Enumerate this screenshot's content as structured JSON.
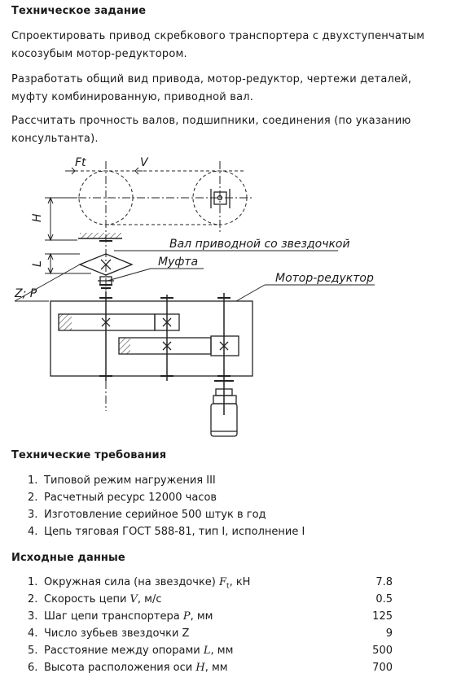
{
  "title": "Техническое задание",
  "paragraphs": [
    "Спроектировать привод скребкового транспортера с двухступенчатым косозубым мотор-редуктором.",
    "Разработать общий вид привода, мотор-редуктор, чертежи деталей, муфту комбинированную, приводной вал.",
    "Рассчитать прочность валов, подшипники, соединения (по указанию консультанта)."
  ],
  "diagram": {
    "label_shaft": "Вал приводной со звездочкой",
    "label_coupling": "Муфта",
    "label_motor_reducer": "Мотор-редуктор",
    "label_ft": "Ft",
    "label_v": "V",
    "label_h": "H",
    "label_l": "L",
    "label_zp": "Z; P"
  },
  "requirements": {
    "title": "Технические требования",
    "items": [
      "Типовой режим нагружения III",
      "Расчетный ресурс 12000 часов",
      "Изготовление серийное 500 штук в год",
      "Цепь тяговая ГОСТ 588-81, тип I, исполнение I"
    ]
  },
  "initial_data": {
    "title": "Исходные данные",
    "items": [
      {
        "pre": "Окружная сила (на звездочке) ",
        "sym": "F",
        "sub": "t",
        "post": ", кН",
        "value": "7.8"
      },
      {
        "pre": "Скорость цепи ",
        "sym": "V",
        "sub": "",
        "post": ", м/с",
        "value": "0.5"
      },
      {
        "pre": "Шаг цепи транспортера ",
        "sym": "P",
        "sub": "",
        "post": ", мм",
        "value": "125"
      },
      {
        "pre": "Число зубьев звездочки Z",
        "sym": "",
        "sub": "",
        "post": "",
        "value": "9"
      },
      {
        "pre": "Расстояние между опорами ",
        "sym": "L",
        "sub": "",
        "post": ", мм",
        "value": "500"
      },
      {
        "pre": "Высота расположения оси ",
        "sym": "H",
        "sub": "",
        "post": ", мм",
        "value": "700"
      }
    ]
  }
}
